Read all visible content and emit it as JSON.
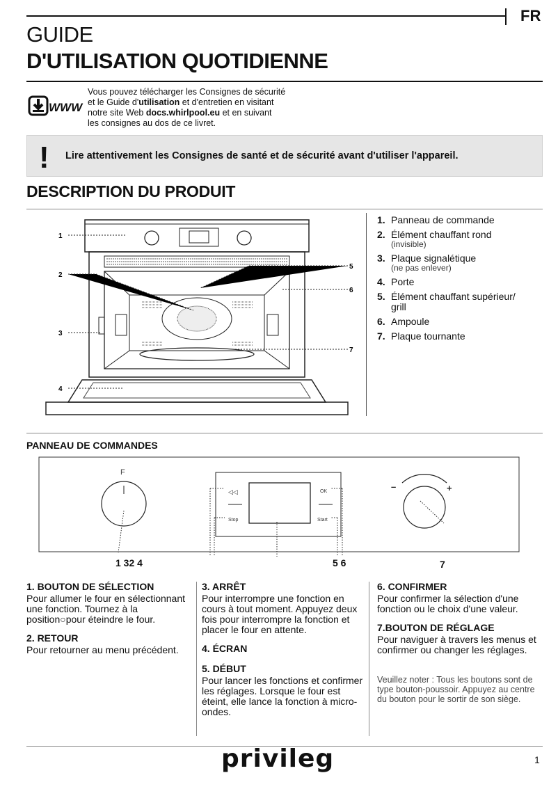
{
  "header": {
    "lang": "FR",
    "title_line1": "GUIDE",
    "title_line2": "D'UTILISATION QUOTIDIENNE"
  },
  "intro": {
    "icon": "download-www-icon",
    "icon_text": "WWW",
    "line1": "Vous pouvez télécharger les Consignes de sécurité",
    "line2_a": "et le Guide d'",
    "line2_b": "utilisation",
    "line2_c": " et d'entretien en visitant",
    "line3_a": "notre site Web ",
    "line3_b": "docs.whirlpool.eu",
    "line3_c": " et en suivant",
    "line4": "les consignes au dos de ce livret."
  },
  "notice": {
    "icon": "exclamation-icon",
    "symbol": "!",
    "text": "Lire attentivement les Consignes de santé et de sécurité avant d'utiliser l'appareil."
  },
  "product": {
    "title": "DESCRIPTION DU PRODUIT",
    "callouts": [
      "1",
      "2",
      "3",
      "4",
      "5",
      "6",
      "7"
    ],
    "parts": [
      {
        "num": "1.",
        "label": "Panneau de commande",
        "sub": ""
      },
      {
        "num": "2.",
        "label": "Élément chauffant rond",
        "sub": "(invisible)"
      },
      {
        "num": "3.",
        "label": "Plaque signalétique",
        "sub": "(ne pas enlever)"
      },
      {
        "num": "4.",
        "label": "Porte",
        "sub": ""
      },
      {
        "num": "5.",
        "label": "Élément chauffant supérieur/",
        "sub": "grill"
      },
      {
        "num": "6.",
        "label": "Ampoule",
        "sub": ""
      },
      {
        "num": "7.",
        "label": "Plaque tournante",
        "sub": ""
      }
    ]
  },
  "panel": {
    "title": "PANNEAU DE COMMANDES",
    "knob_left_label": "F",
    "back_label": "◁◁",
    "ok_label": "OK",
    "stop_label": "Stop",
    "start_label": "Start",
    "minus_label": "–",
    "plus_label": "+",
    "callout_left": "1 32 4",
    "callout_mid": "5 6",
    "callout_right": "7"
  },
  "columns": {
    "c1": {
      "h1": "1. BOUTON DE SÉLECTION",
      "p1": "Pour allumer le four en sélectionnant une fonction. Tournez à la position○pour éteindre le four.",
      "h2": "2. RETOUR",
      "p2": "Pour retourner au menu précédent."
    },
    "c2": {
      "h1": "3. ARRÊT",
      "p1": "Pour interrompre une fonction en cours à tout moment. Appuyez deux fois pour interrompre la fonction et placer le four en attente.",
      "h2": "4. ÉCRAN",
      "h3": "5. DÉBUT",
      "p3": "Pour lancer les fonctions et confirmer les réglages. Lorsque le four est éteint, elle lance la fonction à micro-ondes."
    },
    "c3": {
      "h1": "6. CONFIRMER",
      "p1": "Pour confirmer la sélection d'une fonction ou le choix d'une valeur.",
      "h2": "7.BOUTON DE RÉGLAGE",
      "p2": "Pour naviguer à travers les menus et confirmer ou changer les réglages.",
      "note": "Veuillez noter : Tous les boutons sont de type bouton-poussoir. Appuyez au centre du bouton pour le sortir de son siège."
    }
  },
  "footer": {
    "brand": "privileg",
    "page": "1"
  }
}
